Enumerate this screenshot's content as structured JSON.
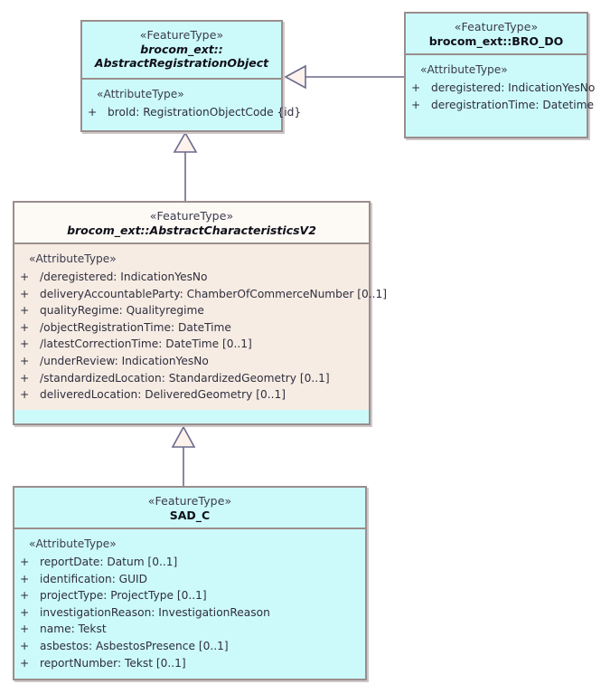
{
  "diagram": {
    "type": "uml-class-diagram",
    "title": "",
    "background": "#ffffff",
    "colors": {
      "feature_type_fill": "#ccfafa",
      "abstract_characteristics_header_fill": "#fdf9f5",
      "abstract_characteristics_body_fill": "#f6ece3",
      "border": "#9b8d8d",
      "shadow": "#cfc8c8",
      "connector": "#6a6a8c",
      "arrowhead_fill": "#fdf2ec"
    }
  },
  "classes": [
    {
      "id": "abstract-registration-object",
      "stereotype": "«FeatureType»",
      "name_lines": [
        "brocom_ext::",
        "AbstractRegistrationObject"
      ],
      "abstract": true,
      "fill": "cyan",
      "compartment": {
        "stereotype": "«AttributeType»",
        "attributes": [
          {
            "visibility": "+",
            "text": "broId: RegistrationObjectCode {id}"
          }
        ]
      }
    },
    {
      "id": "bro-do",
      "stereotype": "«FeatureType»",
      "name_lines": [
        "brocom_ext::BRO_DO"
      ],
      "abstract": false,
      "fill": "cyan",
      "compartment": {
        "stereotype": "«AttributeType»",
        "attributes": [
          {
            "visibility": "+",
            "text": "deregistered: IndicationYesNo"
          },
          {
            "visibility": "+",
            "text": "deregistrationTime: Datetime"
          }
        ]
      }
    },
    {
      "id": "abstract-characteristics",
      "stereotype": "«FeatureType»",
      "name_lines": [
        "brocom_ext::AbstractCharacteristicsV2"
      ],
      "abstract": true,
      "fill": "cream",
      "compartment": {
        "stereotype": "«AttributeType»",
        "attributes": [
          {
            "visibility": "+",
            "text": "/deregistered: IndicationYesNo"
          },
          {
            "visibility": "+",
            "text": "deliveryAccountableParty: ChamberOfCommerceNumber [0..1]"
          },
          {
            "visibility": "+",
            "text": "qualityRegime: Qualityregime"
          },
          {
            "visibility": "+",
            "text": "/objectRegistrationTime: DateTime"
          },
          {
            "visibility": "+",
            "text": "/latestCorrectionTime: DateTime [0..1]"
          },
          {
            "visibility": "+",
            "text": "/underReview: IndicationYesNo"
          },
          {
            "visibility": "+",
            "text": "/standardizedLocation: StandardizedGeometry [0..1]"
          },
          {
            "visibility": "+",
            "text": "deliveredLocation: DeliveredGeometry [0..1]"
          }
        ]
      }
    },
    {
      "id": "sad-c",
      "stereotype": "«FeatureType»",
      "name_lines": [
        "SAD_C"
      ],
      "abstract": false,
      "fill": "cyan",
      "compartment": {
        "stereotype": "«AttributeType»",
        "attributes": [
          {
            "visibility": "+",
            "text": "reportDate: Datum [0..1]"
          },
          {
            "visibility": "+",
            "text": "identification: GUID"
          },
          {
            "visibility": "+",
            "text": "projectType: ProjectType [0..1]"
          },
          {
            "visibility": "+",
            "text": "investigationReason: InvestigationReason"
          },
          {
            "visibility": "+",
            "text": "name: Tekst"
          },
          {
            "visibility": "+",
            "text": "asbestos: AsbestosPresence [0..1]"
          },
          {
            "visibility": "+",
            "text": "reportNumber: Tekst [0..1]"
          }
        ]
      }
    }
  ],
  "relationships": [
    {
      "id": "gen-bro-do-to-aro",
      "kind": "generalization",
      "source": "bro-do",
      "target": "abstract-registration-object",
      "direction": "left"
    },
    {
      "id": "gen-characteristics-to-aro",
      "kind": "generalization",
      "source": "abstract-characteristics",
      "target": "abstract-registration-object",
      "direction": "up"
    },
    {
      "id": "gen-sad-c-to-characteristics",
      "kind": "generalization",
      "source": "sad-c",
      "target": "abstract-characteristics",
      "direction": "up"
    }
  ]
}
